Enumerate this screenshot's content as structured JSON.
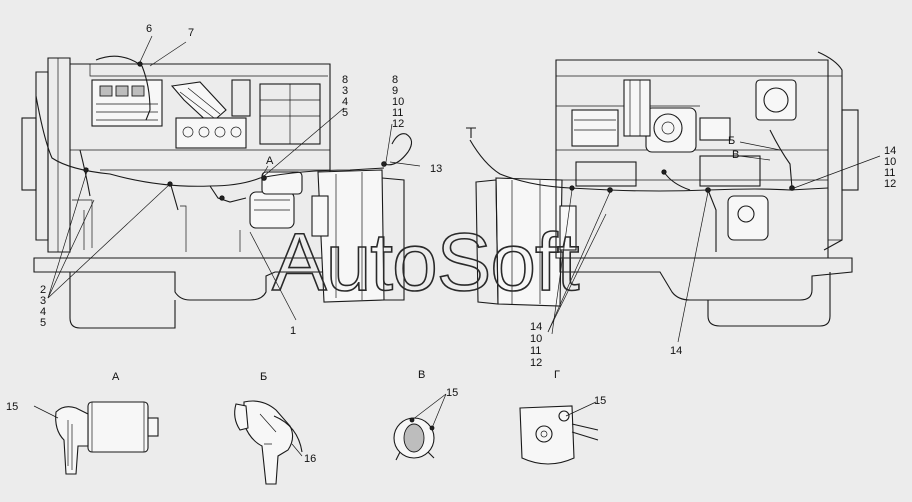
{
  "watermark": "AutoSoft",
  "views": {
    "a": "А",
    "b": "Б",
    "v": "В",
    "g": "Г"
  },
  "inline_letters": {
    "a": "А",
    "b": "Б",
    "v": "В"
  },
  "callouts": {
    "c6": "6",
    "c7": "7",
    "c1": "1",
    "c13": "13",
    "c14_bottom": "14",
    "c15_a": "15",
    "c15_v": "15",
    "c15_g": "15",
    "c16": "16"
  },
  "stacks": {
    "s8345": [
      "8",
      "3",
      "4",
      "5"
    ],
    "s89101112": [
      "8",
      "9",
      "10",
      "11",
      "12"
    ],
    "s2345": [
      "2",
      "3",
      "4",
      "5"
    ],
    "s14101112_bottom": [
      "14",
      "10",
      "11",
      "12"
    ],
    "s14101112_right": [
      "14",
      "10",
      "11",
      "12"
    ]
  }
}
